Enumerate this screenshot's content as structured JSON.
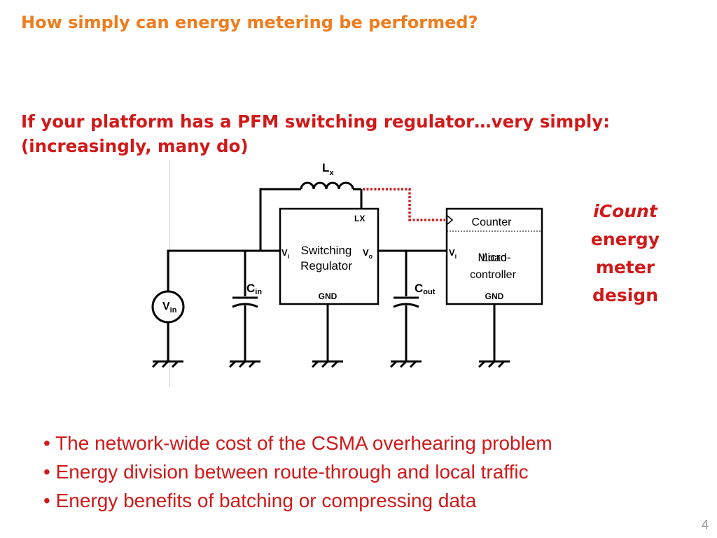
{
  "slide": {
    "title": "How simply can energy metering be performed?",
    "subtitle_line1": "If your platform has a PFM switching regulator…very simply:",
    "subtitle_line2": "(increasingly, many do)",
    "side_note": {
      "line1": "iCount",
      "line2": "energy",
      "line3": "meter",
      "line4": "design"
    },
    "bullets": [
      "• The network-wide cost of the CSMA overhearing problem",
      "• Energy division between route-through and local traffic",
      "• Energy benefits of batching or compressing data"
    ],
    "page_number": "4"
  },
  "diagram": {
    "inductor_main": "L",
    "inductor_sub": "x",
    "lx_label": "LX",
    "vin_main": "V",
    "vin_sub": "in",
    "cin_main": "C",
    "cin_sub": "in",
    "cout_main": "C",
    "cout_sub": "out",
    "regulator_line1": "Switching",
    "regulator_line2": "Regulator",
    "reg_vi_main": "V",
    "reg_vi_sub": "i",
    "reg_vo_main": "V",
    "reg_vo_sub": "o",
    "reg_gnd": "GND",
    "counter_label": "Counter",
    "mcu_line1": "Micro-",
    "mcu_overlap": "Load",
    "mcu_line2": "controller",
    "mcu_vi_main": "V",
    "mcu_vi_sub": "i",
    "mcu_gnd": "GND",
    "colors": {
      "wire": "#000000",
      "dotted_link": "#d11919"
    }
  }
}
